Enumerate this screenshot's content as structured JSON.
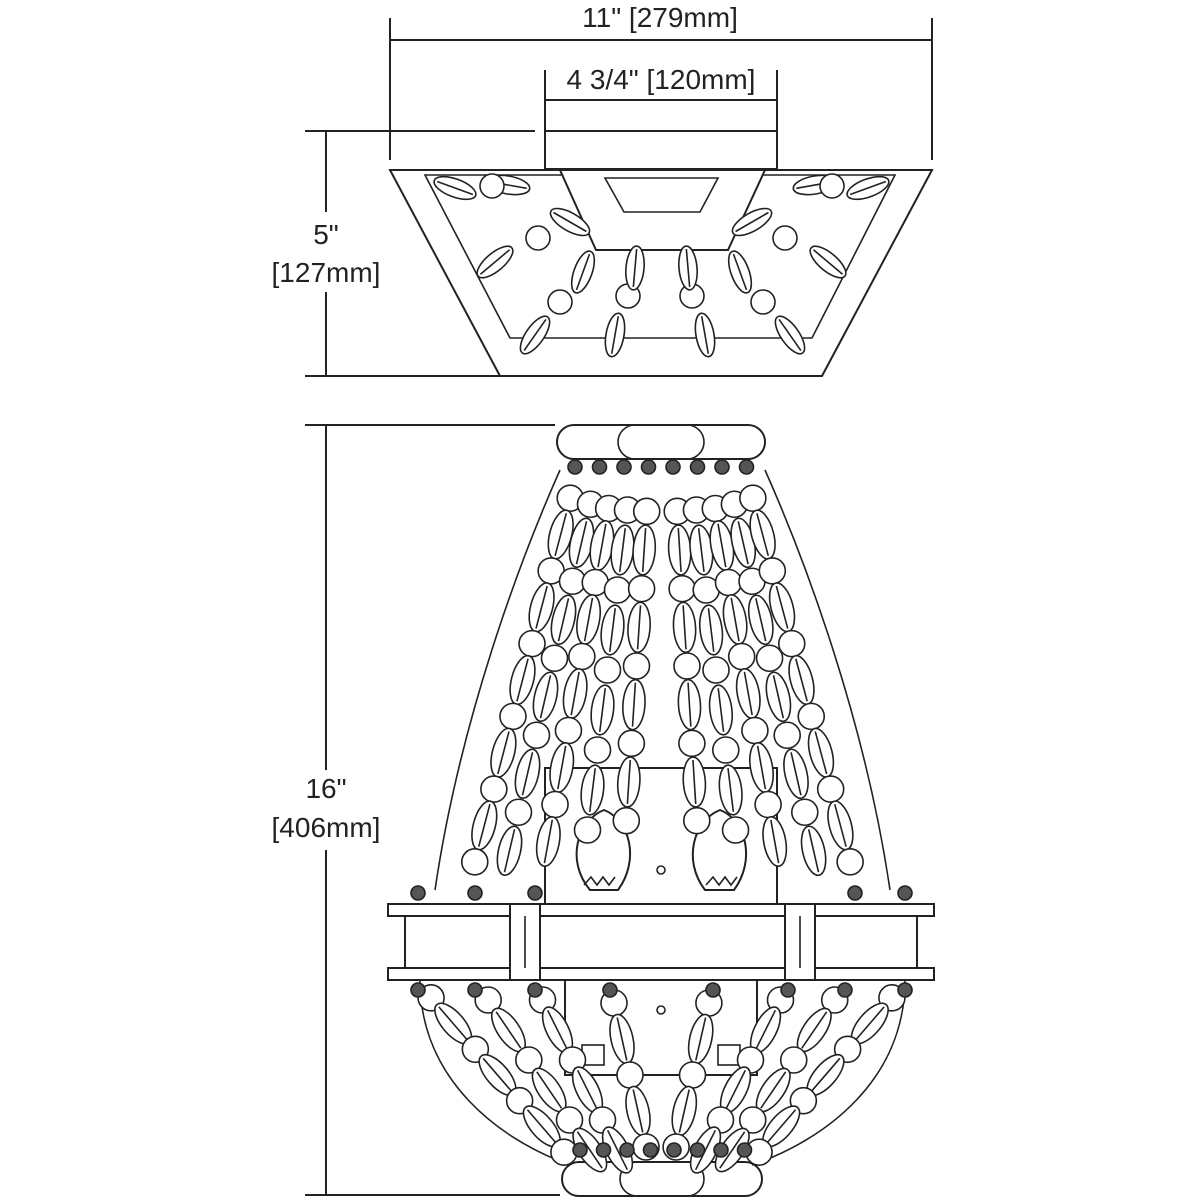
{
  "dimensions": {
    "overall_width": "11\" [279mm]",
    "canopy_width": "4 3/4\" [120mm]",
    "canopy_height_in": "5\"",
    "canopy_height_mm": "[127mm]",
    "overall_height_in": "16\"",
    "overall_height_mm": "[406mm]"
  },
  "colors": {
    "line": "#222222",
    "background": "#ffffff"
  }
}
